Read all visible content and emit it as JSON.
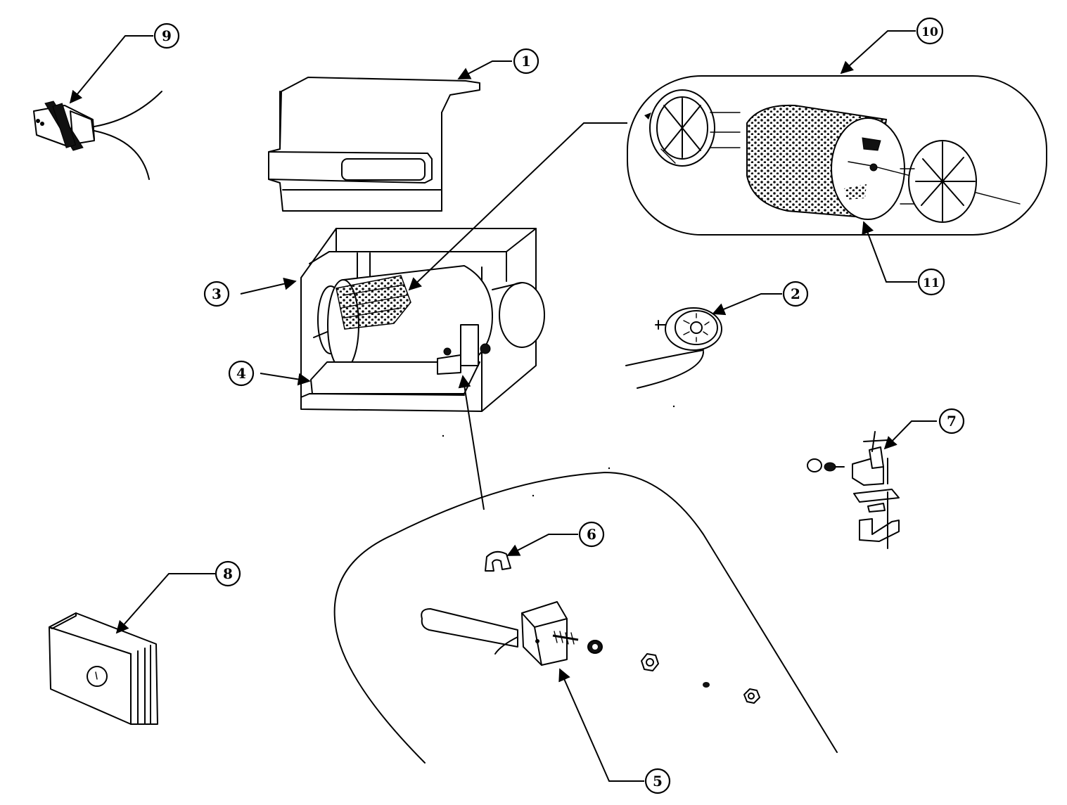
{
  "diagram": {
    "callouts": [
      "1",
      "2",
      "3",
      "4",
      "5",
      "6",
      "7",
      "8",
      "9",
      "10",
      "11"
    ]
  },
  "colors": {
    "ink": "#000000",
    "paper": "#ffffff"
  }
}
